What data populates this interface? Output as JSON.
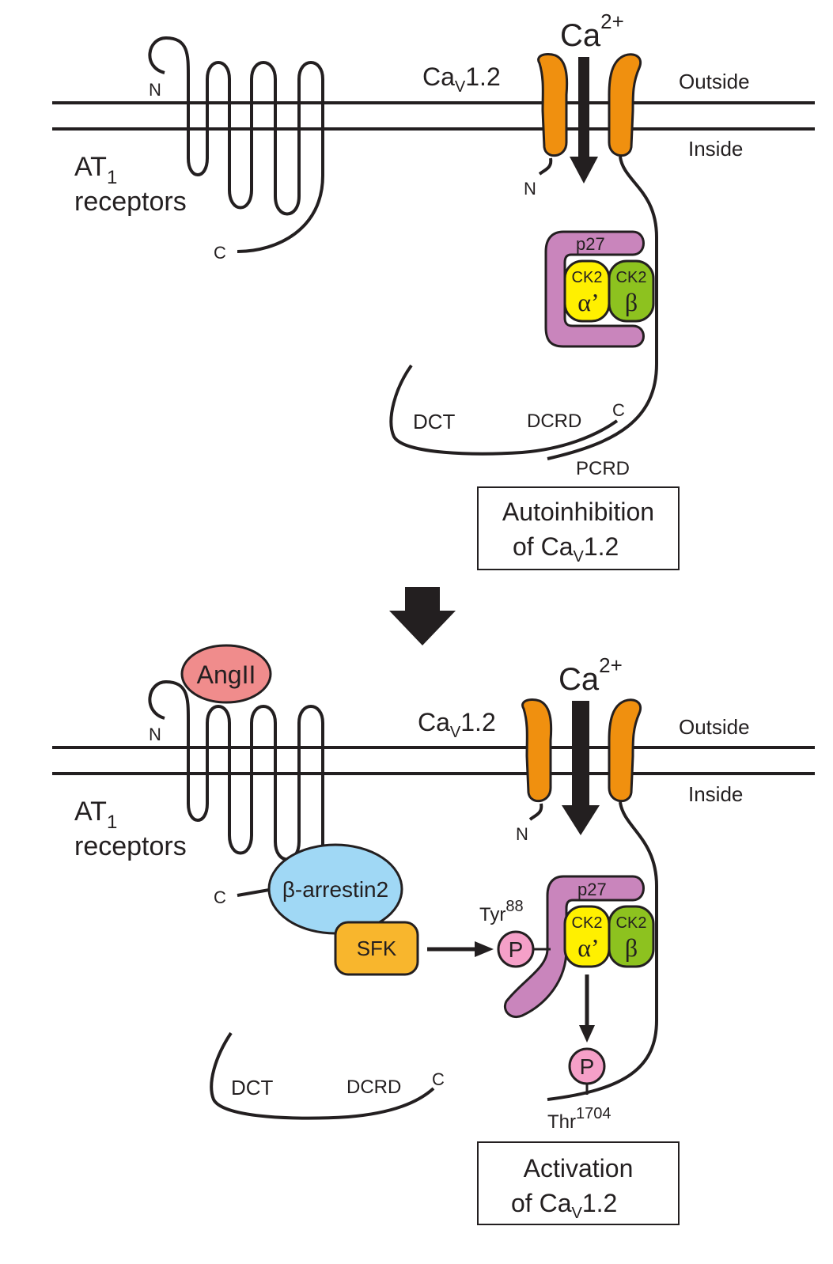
{
  "top_panel": {
    "receptor_label": "AT",
    "receptor_subscript": "1",
    "receptor_label_line2": "receptors",
    "receptor_n": "N",
    "receptor_c": "C",
    "ion": "Ca",
    "ion_charge": "2+",
    "channel_name_prefix": "Ca",
    "channel_name_sub": "V",
    "channel_name_suffix": "1.2",
    "outside": "Outside",
    "inside": "Inside",
    "channel_n": "N",
    "p27": "p27",
    "ck2_alpha_title": "CK2",
    "ck2_alpha_symbol": "α’",
    "ck2_beta_title": "CK2",
    "ck2_beta_symbol": "β",
    "dct": "DCT",
    "dcrd": "DCRD",
    "channel_c": "C",
    "pcrd": "PCRD",
    "status_box_line1": "Autoinhibition",
    "status_box_line2_prefix": "of Ca",
    "status_box_line2_sub": "V",
    "status_box_line2_suffix": "1.2"
  },
  "bottom_panel": {
    "ligand": "AngII",
    "receptor_label": "AT",
    "receptor_subscript": "1",
    "receptor_label_line2": "receptors",
    "receptor_n": "N",
    "receptor_c": "C",
    "arrestin": "β-arrestin2",
    "sfk": "SFK",
    "ion": "Ca",
    "ion_charge": "2+",
    "channel_name_prefix": "Ca",
    "channel_name_sub": "V",
    "channel_name_suffix": "1.2",
    "outside": "Outside",
    "inside": "Inside",
    "channel_n": "N",
    "p27": "p27",
    "tyr_label": "Tyr",
    "tyr_number": "88",
    "phospho": "P",
    "ck2_alpha_title": "CK2",
    "ck2_alpha_symbol": "α’",
    "ck2_beta_title": "CK2",
    "ck2_beta_symbol": "β",
    "phospho2": "P",
    "thr_label": "Thr",
    "thr_number": "1704",
    "dct": "DCT",
    "dcrd": "DCRD",
    "channel_c": "C",
    "status_box_line1": "Activation",
    "status_box_line2_prefix": "of Ca",
    "status_box_line2_sub": "V",
    "status_box_line2_suffix": "1.2"
  },
  "colors": {
    "channel": "#f0900f",
    "p27": "#c985bc",
    "ck2_alpha": "#fff000",
    "ck2_beta": "#8dc21f",
    "angII": "#f08c8c",
    "arrestin": "#a0d8f5",
    "sfk": "#f8b62d",
    "phospho": "#f5a0c8",
    "line": "#231f20"
  }
}
